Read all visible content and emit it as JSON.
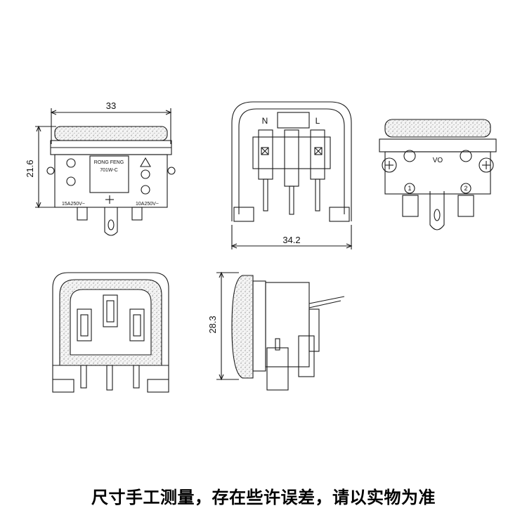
{
  "dimensions": {
    "width_top": "33",
    "height_top": "21.6",
    "width_side": "34.2",
    "height_side": "28.3"
  },
  "labels": {
    "brand_line1": "RONG FENG",
    "brand_line2": "701W-C",
    "rating_left": "15A250V~",
    "rating_right": "10A250V~",
    "pin_n": "N",
    "pin_l": "L",
    "mark_vo": "VO",
    "pin_1": "1",
    "pin_2": "2"
  },
  "caption": "尺寸手工测量，存在些许误差，请以实物为准",
  "colors": {
    "line": "#1a1a1a",
    "stipple": "#9a9a9a",
    "fill": "#f7f7f7"
  }
}
